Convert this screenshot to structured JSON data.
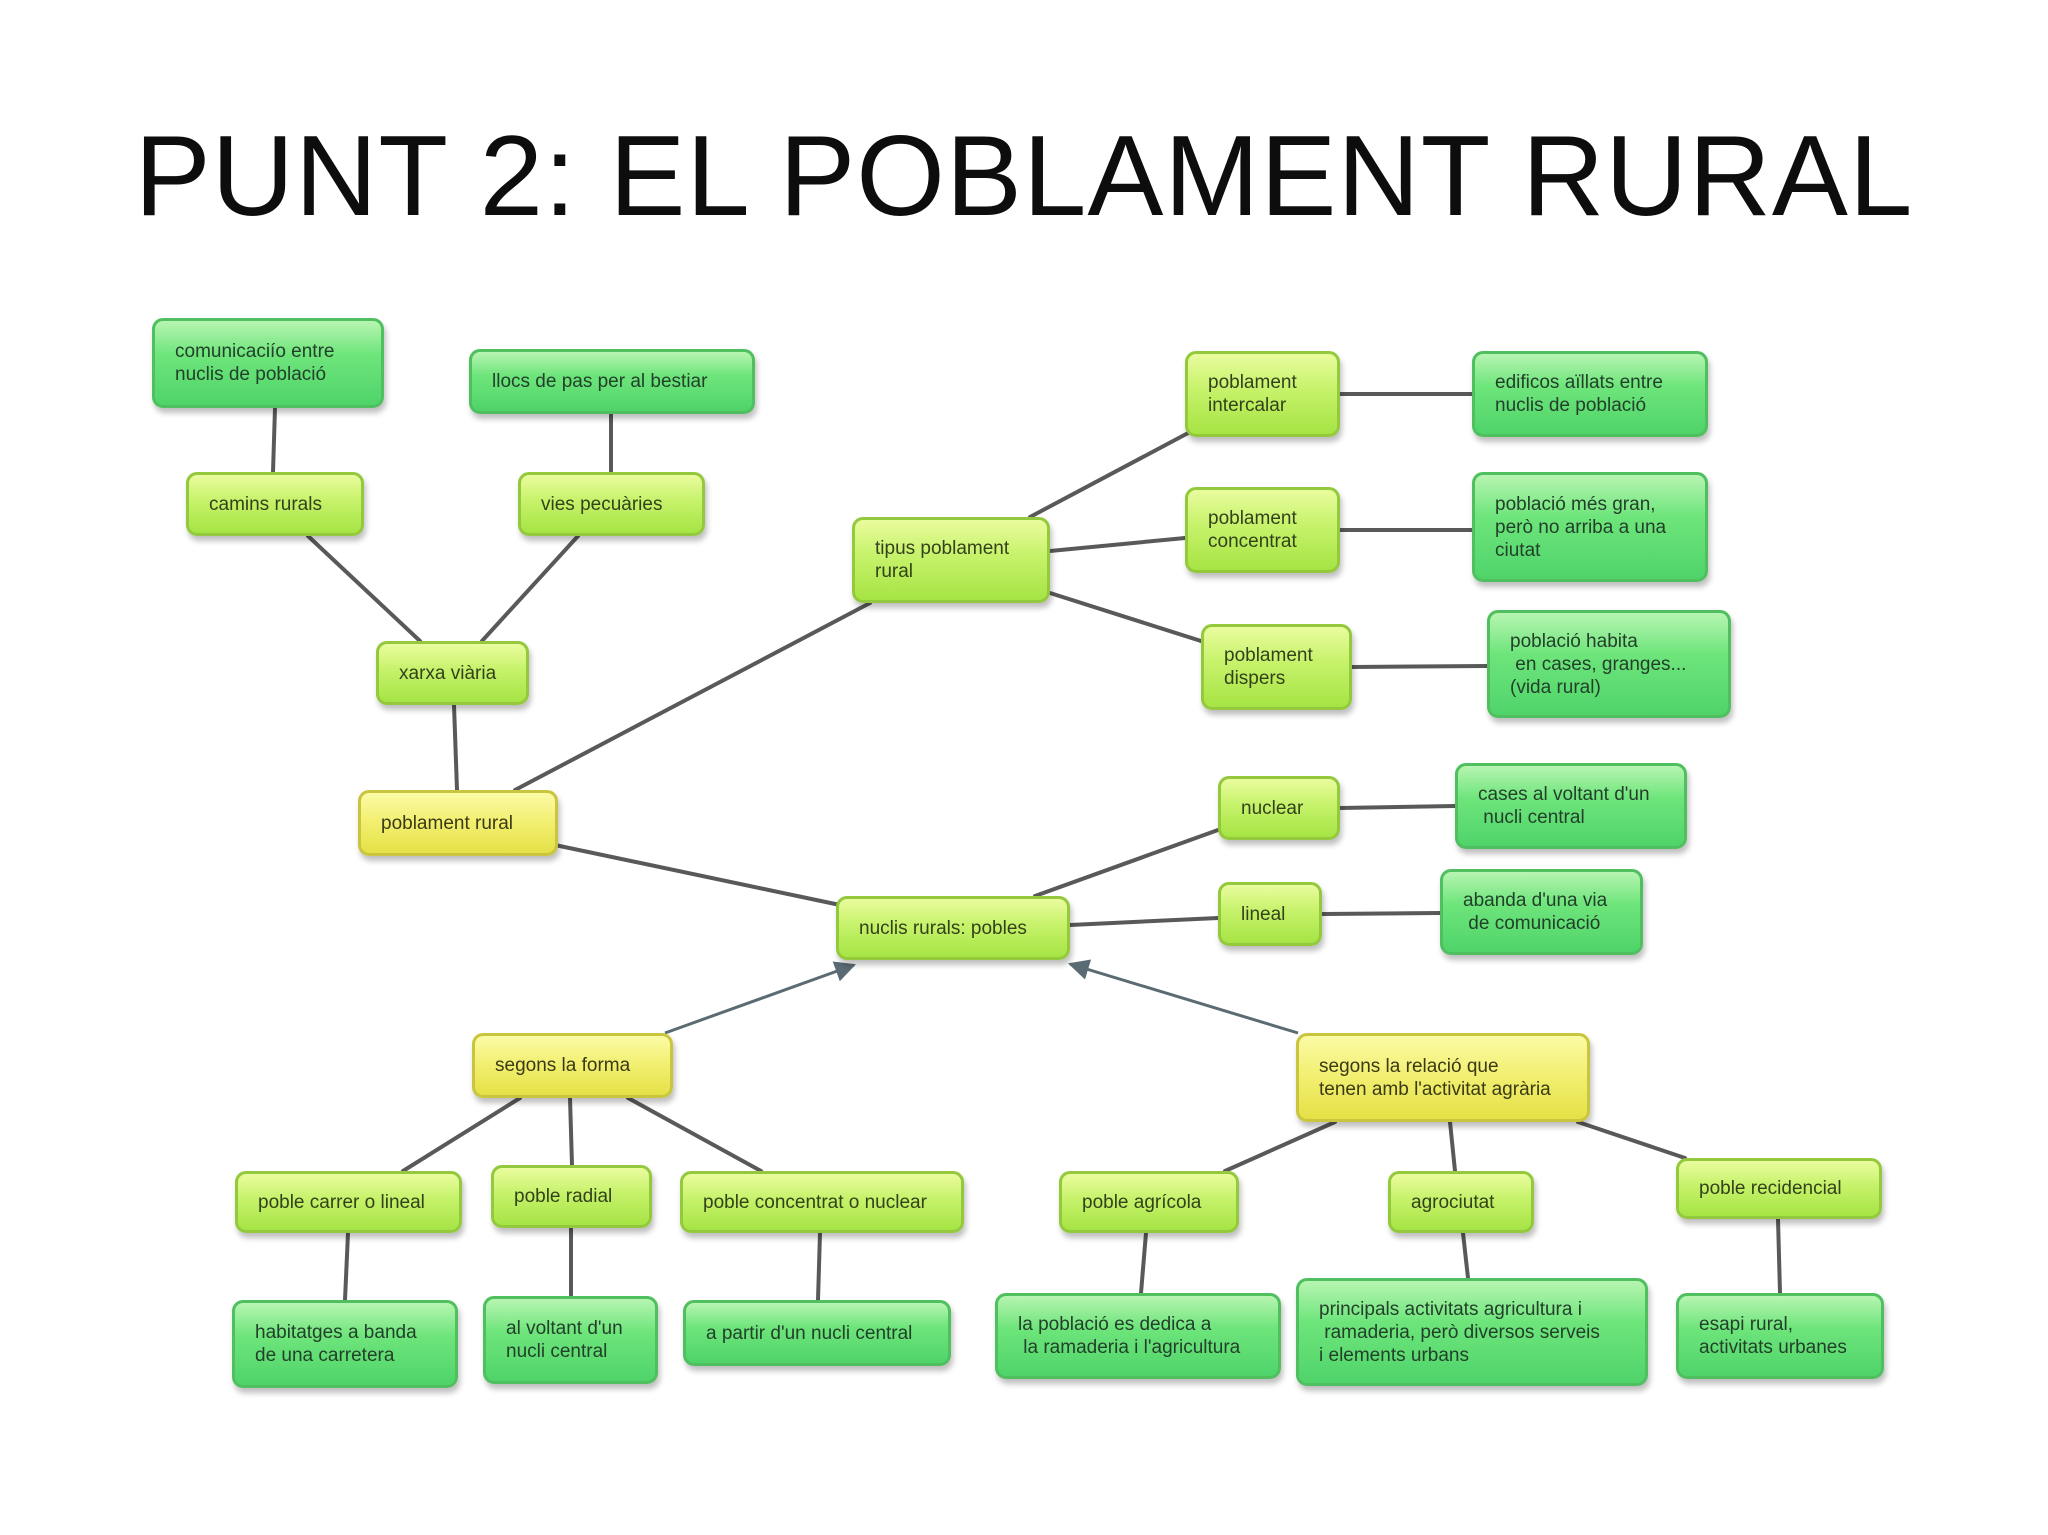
{
  "title": "PUNT 2: EL POBLAMENT RURAL",
  "nodes": {
    "comunicacio": "comunicaciío entre\nnuclis de població",
    "llocs": "llocs de pas per al bestiar",
    "camins": "camins rurals",
    "vies": "vies pecuàries",
    "xarxa": "xarxa viària",
    "poblament_rural": "poblament rural",
    "tipus": "tipus poblament\nrural",
    "intercalar": "poblament\nintercalar",
    "concentrat": "poblament\nconcentrat",
    "dispers": "poblament\ndispers",
    "edificis": "edificos aïllats entre\nnuclis de població",
    "poblacio_gran": "població més gran,\nperò no arriba a una\nciutat",
    "poblacio_habita": "població habita\n en cases, granges...\n(vida rural)",
    "nuclis": "nuclis rurals: pobles",
    "nuclear": "nuclear",
    "lineal": "lineal",
    "cases_voltant": "cases al voltant d'un\n nucli central",
    "abanda": "abanda d'una via\n de comunicació",
    "segons_forma": "segons la forma",
    "segons_relacio": "segons la relació que\ntenen amb l'activitat agrària",
    "poble_carrer": "poble carrer o lineal",
    "poble_radial": "poble radial",
    "poble_concentrat": "poble concentrat o nuclear",
    "poble_agricola": "poble agrícola",
    "agrociutat": "agrociutat",
    "poble_recidencial": "poble recidencial",
    "habitatges": "habitatges a banda\nde una carretera",
    "al_voltant": "al voltant d'un\nnucli central",
    "a_partir": "a partir d'un nucli central",
    "la_poblacio": "la població es dedica a\n la ramaderia i l'agricultura",
    "principals": "principals activitats agricultura i\n ramaderia, però diversos serveis\ni elements urbans",
    "esapi": "esapi rural,\nactivitats urbanes"
  },
  "colors": {
    "edge": "#595959",
    "arrow": "#5b6b73",
    "green": "#5bd86f",
    "lime": "#bdee5e",
    "yellow": "#eeeb60"
  }
}
